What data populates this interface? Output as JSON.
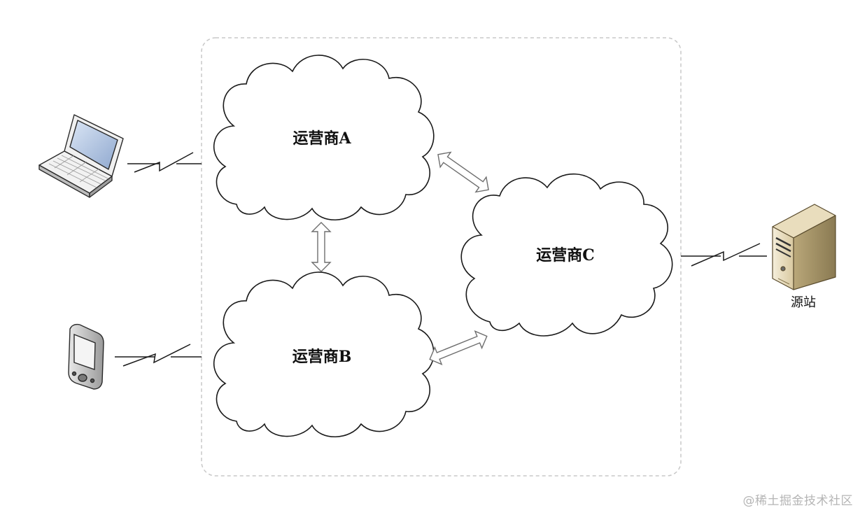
{
  "nodes": {
    "cloud_a": {
      "label": "运营商A"
    },
    "cloud_b": {
      "label": "运营商B"
    },
    "cloud_c": {
      "label": "运营商C"
    },
    "laptop": {
      "icon": "laptop-icon"
    },
    "phone": {
      "icon": "mobile-phone-icon"
    },
    "server": {
      "icon": "server-icon",
      "label": "源站"
    }
  },
  "edges": [
    {
      "from": "laptop",
      "to": "cloud_a",
      "style": "wireless-link"
    },
    {
      "from": "phone",
      "to": "cloud_b",
      "style": "wireless-link"
    },
    {
      "from": "cloud_c",
      "to": "server",
      "style": "wireless-link"
    },
    {
      "from": "cloud_a",
      "to": "cloud_b",
      "style": "double-arrow"
    },
    {
      "from": "cloud_a",
      "to": "cloud_c",
      "style": "double-arrow"
    },
    {
      "from": "cloud_b",
      "to": "cloud_c",
      "style": "double-arrow"
    }
  ],
  "watermark": "@稀土掘金技术社区",
  "colors": {
    "stroke": "#1a1a1a",
    "boundary": "#c8c8c8",
    "arrow_fill": "#ffffff",
    "server_body": "#e3d6b4"
  }
}
